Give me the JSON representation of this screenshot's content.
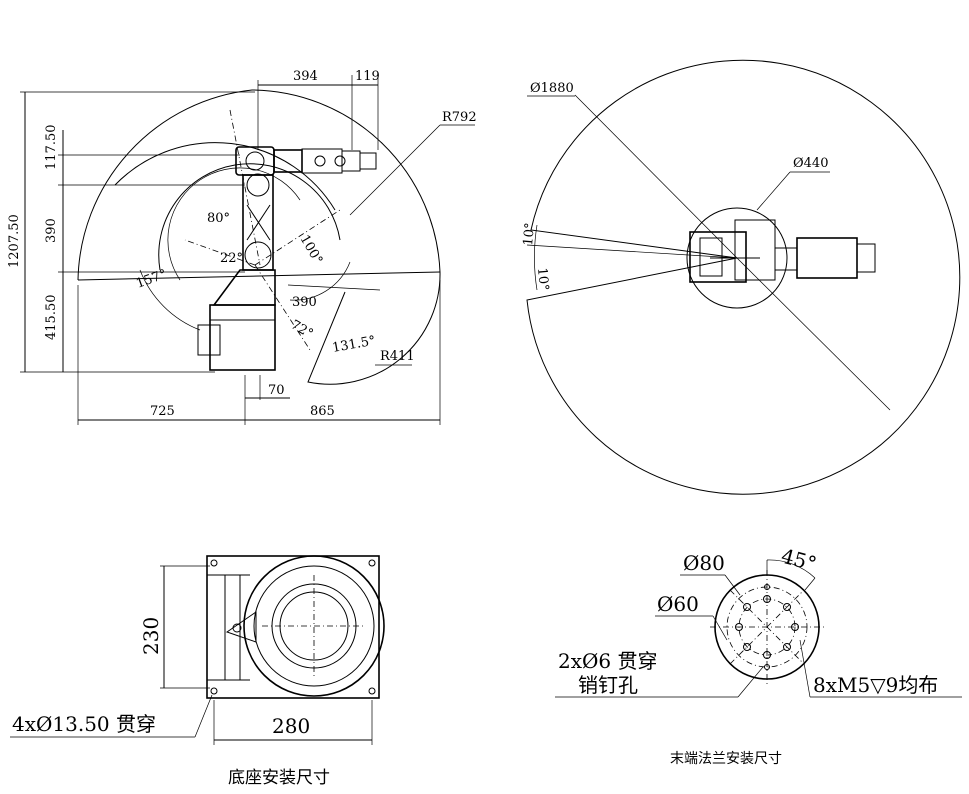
{
  "side_view": {
    "top_dims": [
      "394",
      "119"
    ],
    "reach_radius": "R792",
    "left_dims": [
      "117.50",
      "390",
      "415.50"
    ],
    "total_height": "1207.50",
    "angles": [
      "80°",
      "22°",
      "157°",
      "100°",
      "72°",
      "131.5°"
    ],
    "link_len": "390",
    "wrist_radius": "R411",
    "bottom_dims": [
      "725",
      "865"
    ],
    "offset_dim": "70"
  },
  "top_view": {
    "outer_dia": "Ø1880",
    "inner_dia": "Ø440",
    "angle_up": "10°",
    "angle_down": "10°"
  },
  "base": {
    "height_dim": "230",
    "width_dim": "280",
    "holes_note": "4xØ13.50 贯穿",
    "caption": "底座安装尺寸"
  },
  "flange": {
    "dia_outer": "Ø80",
    "dia_inner": "Ø60",
    "angle": "45°",
    "pin_note_line1": "2xØ6 贯穿",
    "pin_note_line2": "销钉孔",
    "thread_note": "8xM5▽9均布",
    "caption": "末端法兰安装尺寸"
  }
}
